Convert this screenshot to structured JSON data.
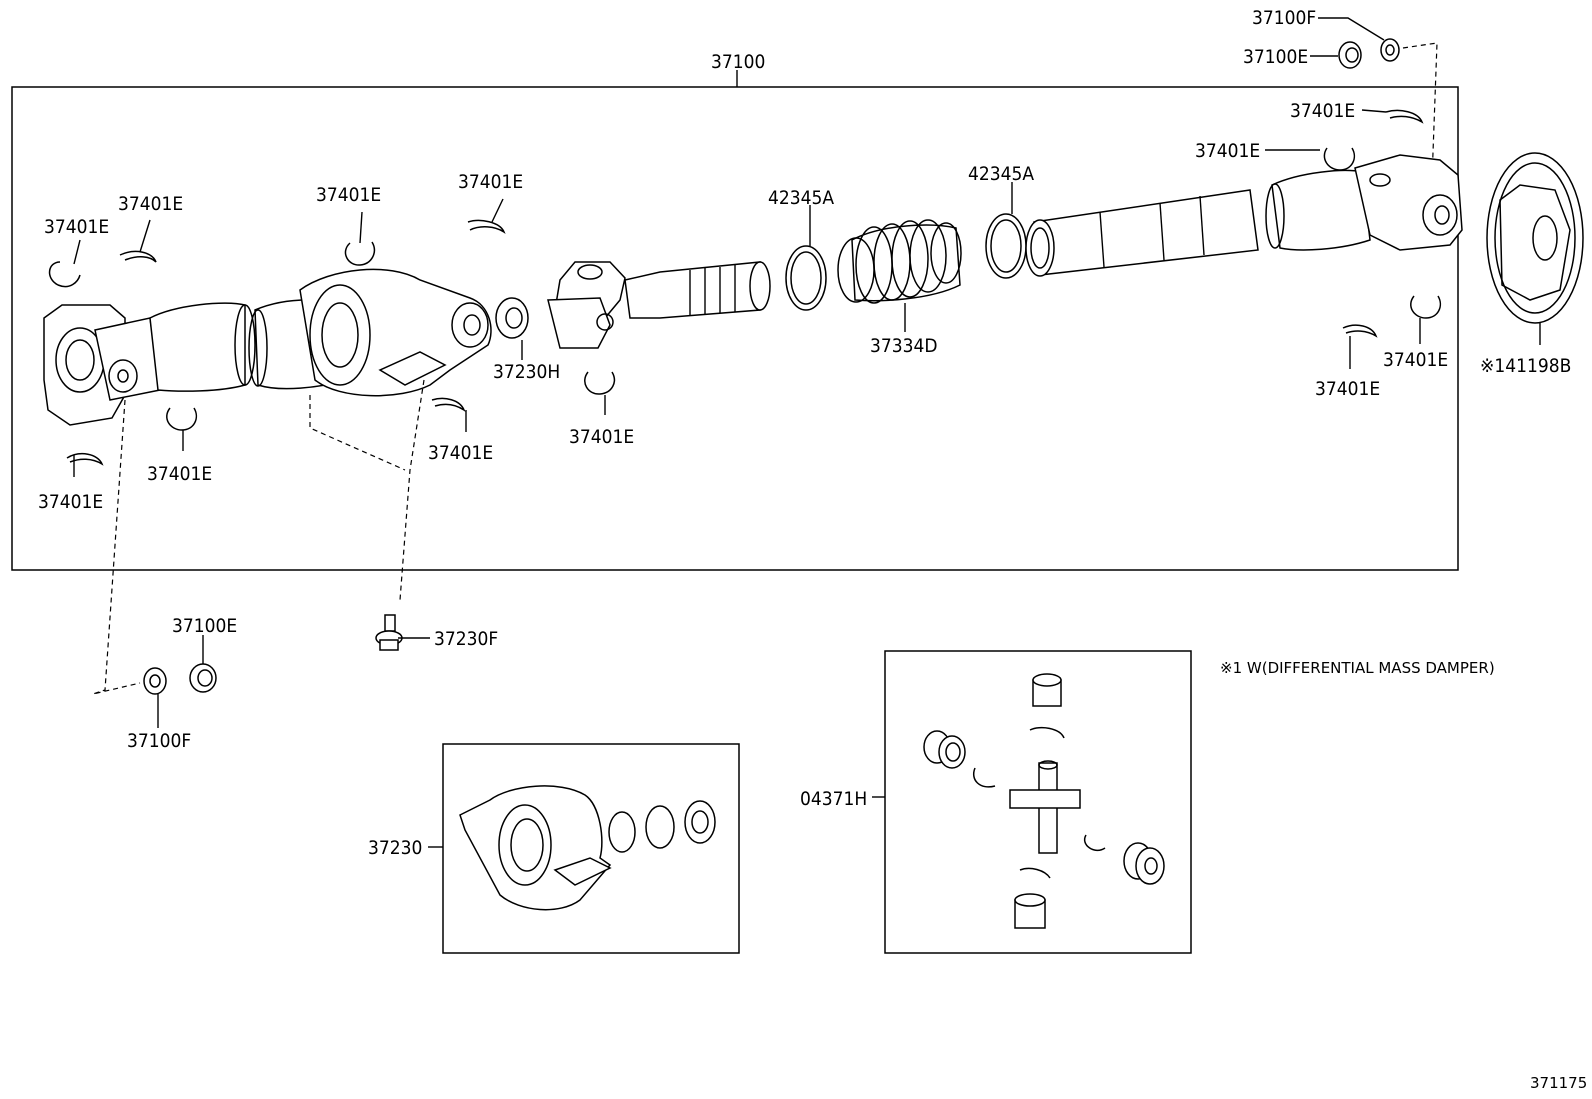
{
  "diagram_id": "371175",
  "note": "※1 W(DIFFERENTIAL MASS DAMPER)",
  "parts": {
    "assembly": "37100",
    "washer_top_f": "37100F",
    "nut_top_e": "37100E",
    "snap_ring": "37401E",
    "clamp": "42345A",
    "boot": "37334D",
    "bearing_h": "37230H",
    "damper": "※141198B",
    "bolt": "37230F",
    "nut_bottom_e": "37100E",
    "washer_bottom_f": "37100F",
    "center_bearing": "37230",
    "spider_kit": "04371H"
  }
}
